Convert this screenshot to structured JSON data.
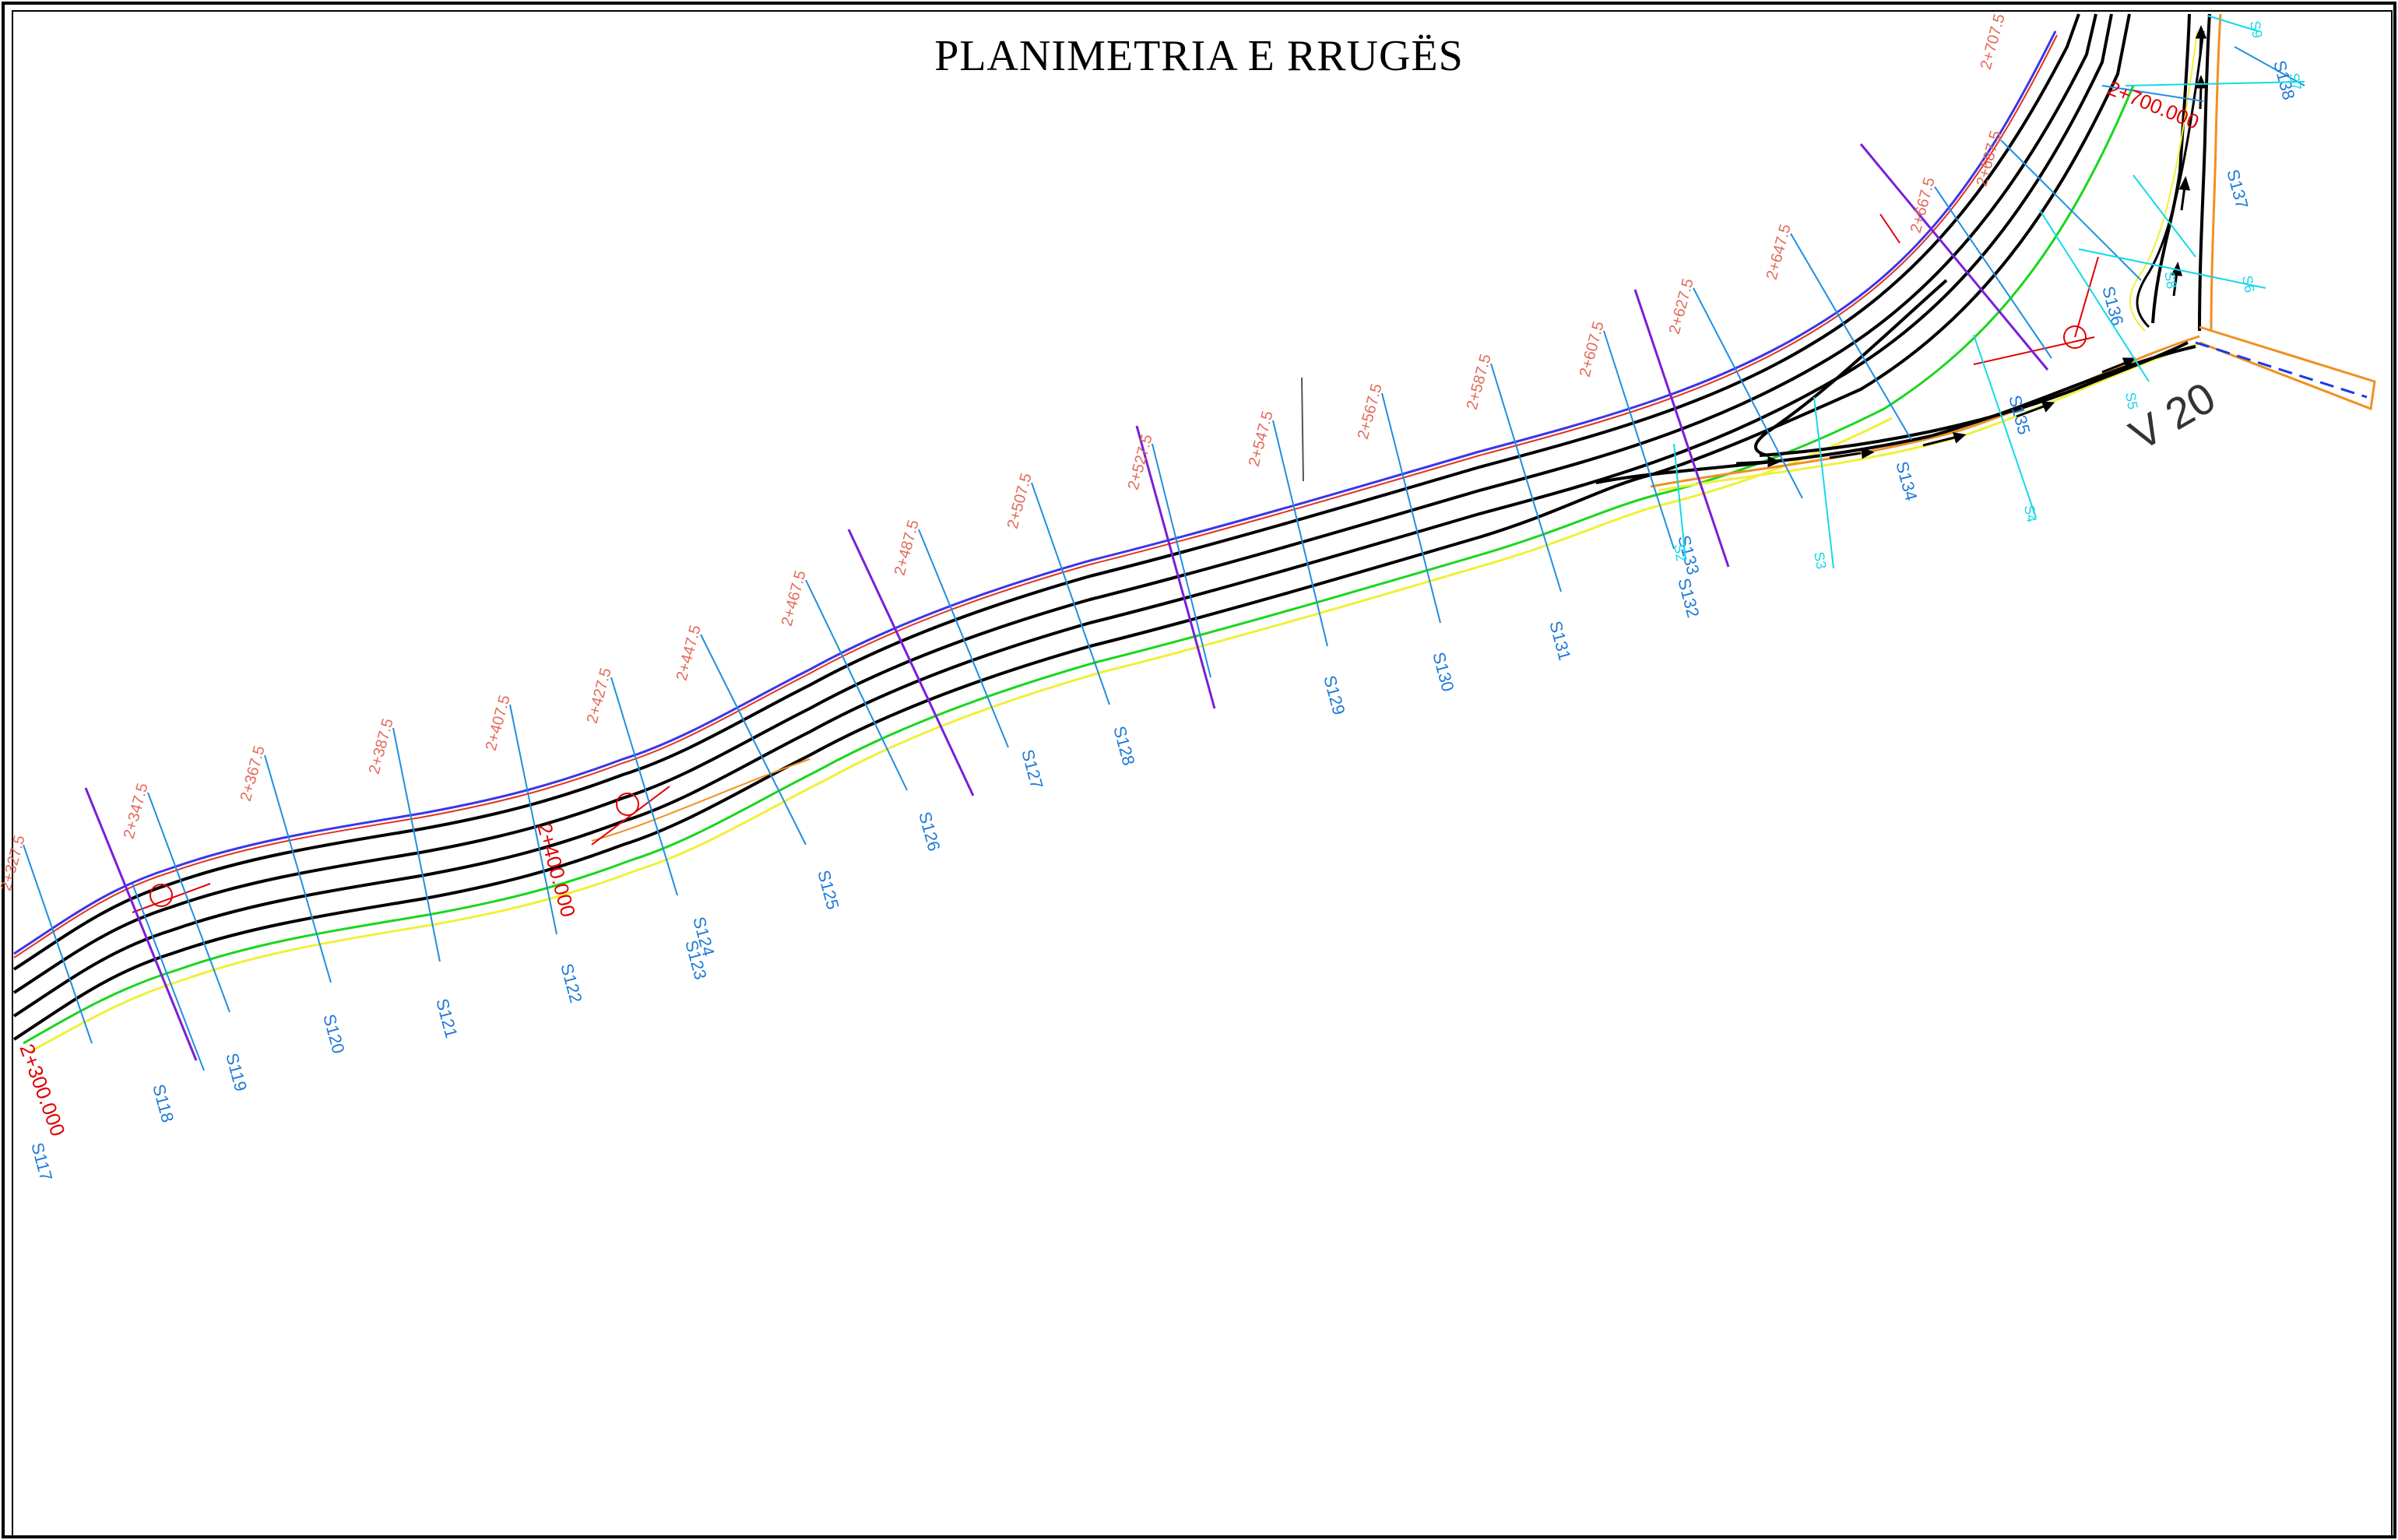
{
  "title": "PLANIMETRIA E RRUGËS",
  "colors": {
    "road_edge": "#000000",
    "centerline": "#000000",
    "left_offset_blue": "#3a36e8",
    "left_offset_red": "#e0331f",
    "right_offset_green": "#19d61d",
    "right_offset_yellow": "#f0f03a",
    "section_line": "#1f8fe0",
    "section_label": "#1f7ad6",
    "chainage_label": "#e26a5a",
    "km_marker": "#e00000",
    "purple_marker": "#7a1fd6",
    "branch_cyan": "#14d8e8",
    "branch_orange": "#f09020"
  },
  "cross_sections": [
    {
      "id": "S117",
      "chainage": "2+327.5"
    },
    {
      "id": "S118",
      "chainage": ""
    },
    {
      "id": "S119",
      "chainage": "2+347.5"
    },
    {
      "id": "S120",
      "chainage": "2+367.5"
    },
    {
      "id": "S121",
      "chainage": "2+387.5"
    },
    {
      "id": "S122",
      "chainage": "2+407.5"
    },
    {
      "id": "S123",
      "chainage": "2+427.5"
    },
    {
      "id": "S124",
      "chainage": "2+447.5"
    },
    {
      "id": "S125",
      "chainage": "2+467.5"
    },
    {
      "id": "S126",
      "chainage": "2+487.5"
    },
    {
      "id": "S127",
      "chainage": "2+507.5"
    },
    {
      "id": "S128",
      "chainage": "2+527.5"
    },
    {
      "id": "S129",
      "chainage": "2+547.5"
    },
    {
      "id": "S130",
      "chainage": "2+567.5"
    },
    {
      "id": "S131",
      "chainage": "2+587.5"
    },
    {
      "id": "S132",
      "chainage": "2+607.5"
    },
    {
      "id": "S133",
      "chainage": "2+627.5"
    },
    {
      "id": "S134",
      "chainage": "2+647.5"
    },
    {
      "id": "S135",
      "chainage": "2+667.5"
    },
    {
      "id": "S136",
      "chainage": "2+687.5"
    },
    {
      "id": "S137",
      "chainage": ""
    },
    {
      "id": "S138",
      "chainage": "2+707.5"
    }
  ],
  "km_markers": [
    "2+300.000",
    "2+400.000",
    "2+700.000"
  ],
  "branch_sections": [
    "S2",
    "S3",
    "S4",
    "S5",
    "S6",
    "S7",
    "S8",
    "S9"
  ],
  "road_label": "V 20"
}
